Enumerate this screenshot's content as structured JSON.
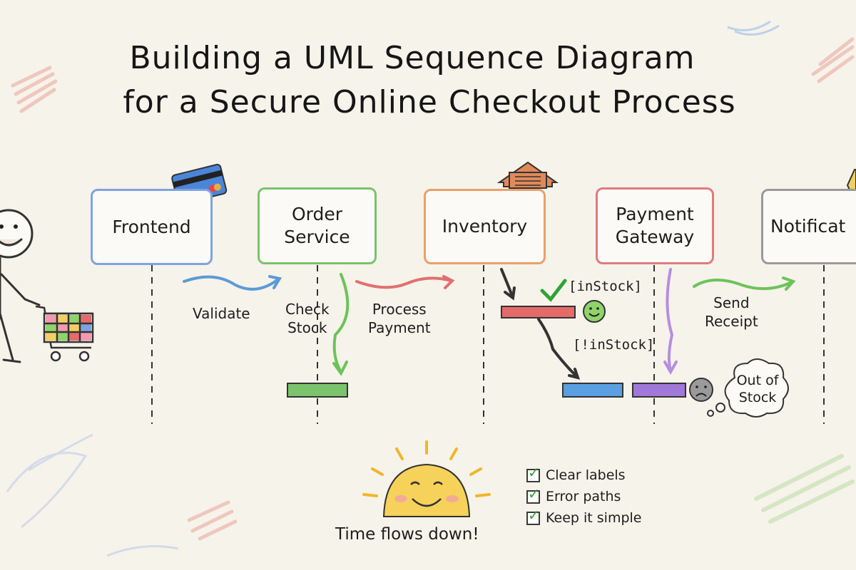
{
  "title": {
    "line1": "Building a UML Sequence Diagram",
    "line2": "for a Secure Online Checkout Process"
  },
  "participants": [
    {
      "id": "frontend",
      "label": "Frontend",
      "color": "#7fa3e0"
    },
    {
      "id": "order",
      "label": "Order\nService",
      "color": "#78c46a"
    },
    {
      "id": "inventory",
      "label": "Inventory",
      "color": "#e9a06a"
    },
    {
      "id": "payment",
      "label": "Payment\nGateway",
      "color": "#e07a80"
    },
    {
      "id": "notification",
      "label": "Notificat",
      "color": "#9a9a9a"
    }
  ],
  "messages": [
    {
      "label": "Validate",
      "color": "#5b9bd5"
    },
    {
      "label": "Check\nStock",
      "color": "#6cc35a"
    },
    {
      "label": "Process\nPayment",
      "color": "#e07070"
    },
    {
      "label": "Send\nReceipt",
      "color": "#6cc35a"
    }
  ],
  "guards": {
    "in_stock": "[inStock]",
    "not_in_stock": "[!inStock]"
  },
  "callout": {
    "text": "Out of\nStock"
  },
  "checklist": [
    "Clear labels",
    "Error paths",
    "Keep it simple"
  ],
  "footer": "Time flows down!",
  "icons": [
    "credit-card-icon",
    "warehouse-icon",
    "envelope-icon",
    "smiley-icon",
    "sad-face-icon",
    "sun-icon",
    "shopping-cart-icon",
    "stick-figure-icon"
  ],
  "colors": {
    "background": "#f6f3ea",
    "check": "#2fa336"
  }
}
